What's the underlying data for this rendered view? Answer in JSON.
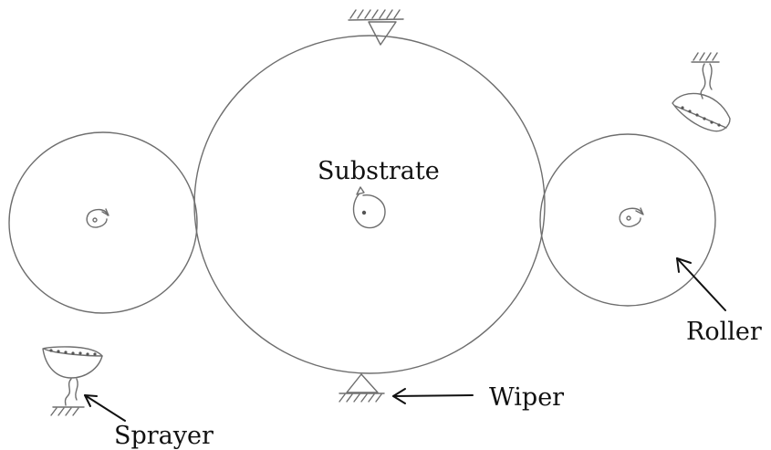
{
  "labels": {
    "substrate": "Substrate",
    "roller": "Roller",
    "wiper": "Wiper",
    "sprayer": "Sprayer"
  },
  "icons": {
    "rotation": "clockwise-rotation-icon",
    "ground": "ground-hatch-icon",
    "support": "triangle-support-icon",
    "sprayer": "spray-nozzle-icon"
  },
  "colors": {
    "sketch": "#6e6e6e",
    "ink": "#111111"
  }
}
